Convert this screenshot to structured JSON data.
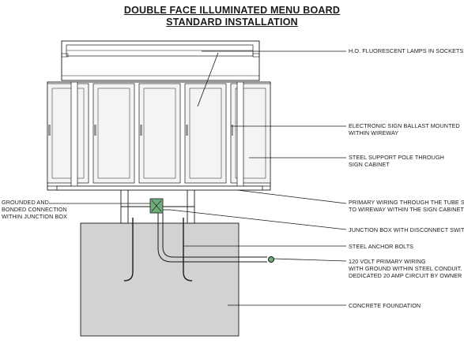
{
  "title": {
    "line1": "DOUBLE FACE ILLUMINATED MENU BOARD",
    "line2": "STANDARD INSTALLATION"
  },
  "labels": {
    "lamps": "H.O. FLUORESCENT LAMPS IN SOCKETS",
    "ballast_1": "ELECTRONIC SIGN BALLAST MOUNTED",
    "ballast_2": "WITHIN WIREWAY",
    "pole_1": "STEEL SUPPORT POLE THROUGH",
    "pole_2": "SIGN CABINET",
    "grounded_1": "GROUNDED AND",
    "grounded_2": "BONDED CONNECTION",
    "grounded_3": "WITHIN JUNCTION BOX",
    "primary_1": "PRIMARY WIRING THROUGH THE TUBE STRU",
    "primary_2": "TO WIREWAY WITHIN THE SIGN CABINETS",
    "junction": "JUNCTION BOX WITH DISCONNECT SWITCH",
    "anchor": "STEEL ANCHOR BOLTS",
    "volt_1": "120 VOLT PRIMARY WIRING",
    "volt_2": "WITH GROUND WITHIN STEEL CONDUIT.",
    "volt_3": "DEDICATED 20 AMP CIRCUIT BY OWNER",
    "concrete": "CONCRETE FOUNDATION"
  },
  "colors": {
    "line": "#1a1a1a",
    "panel_fill": "#f4f4f4",
    "foundation_fill": "#d2d2d2",
    "junction_green": "#6fae7a"
  }
}
